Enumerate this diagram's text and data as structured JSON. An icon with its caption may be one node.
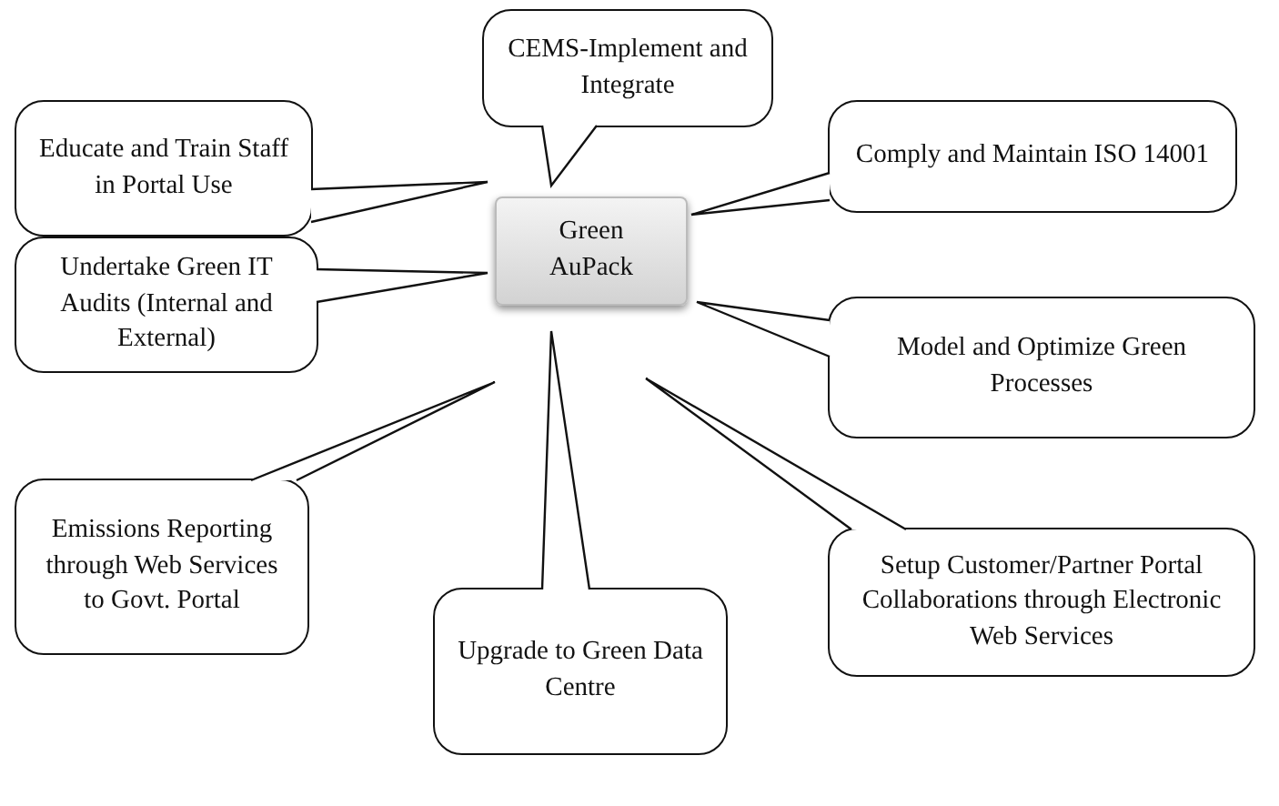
{
  "diagram": {
    "nodes": [
      {
        "text": [
          "CEMS-Implement and Integrate"
        ]
      },
      {
        "text": [
          "Educate and Train Staff in Portal Use"
        ]
      },
      {
        "text": [
          "Comply and Maintain ISO 14001"
        ]
      },
      {
        "text": [
          "Undertake Green IT Audits (Internal and External)"
        ]
      },
      {
        "text": [
          "Green AuPack"
        ]
      },
      {
        "text": [
          "Model and Optimize Green Processes"
        ]
      },
      {
        "text": [
          "Setup Customer/Partner Portal Collaborations through Electronic Web Services"
        ]
      },
      {
        "text": [
          "Emissions Reporting through Web Services to Govt. Portal"
        ]
      },
      {
        "text": [
          "Upgrade to Green Data Centre"
        ]
      }
    ]
  }
}
